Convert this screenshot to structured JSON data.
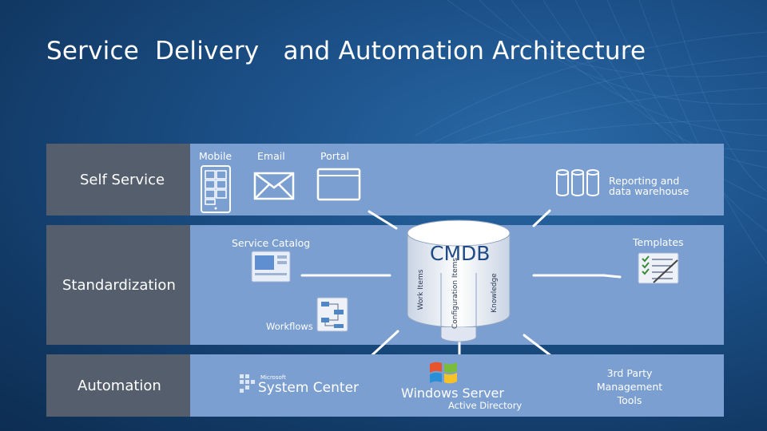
{
  "title": "Service  Delivery   and Automation Architecture",
  "self_service": {
    "label": "Self Service",
    "channels": [
      "Mobile",
      "Email",
      "Portal"
    ],
    "reporting": "Reporting  and data warehouse"
  },
  "standardization": {
    "label": "Standardization",
    "service_catalog": "Service Catalog",
    "workflows": "Workflows",
    "templates": "Templates"
  },
  "cmdb": {
    "title": "CMDB",
    "segments": [
      "Work Items",
      "Configuration Items",
      "Knowledge"
    ]
  },
  "automation": {
    "label": "Automation",
    "system_center_brand": "Microsoft",
    "system_center": "System Center",
    "windows_server": "Windows Server",
    "active_directory": "Active Directory",
    "third_party": "3rd Party Management Tools"
  }
}
